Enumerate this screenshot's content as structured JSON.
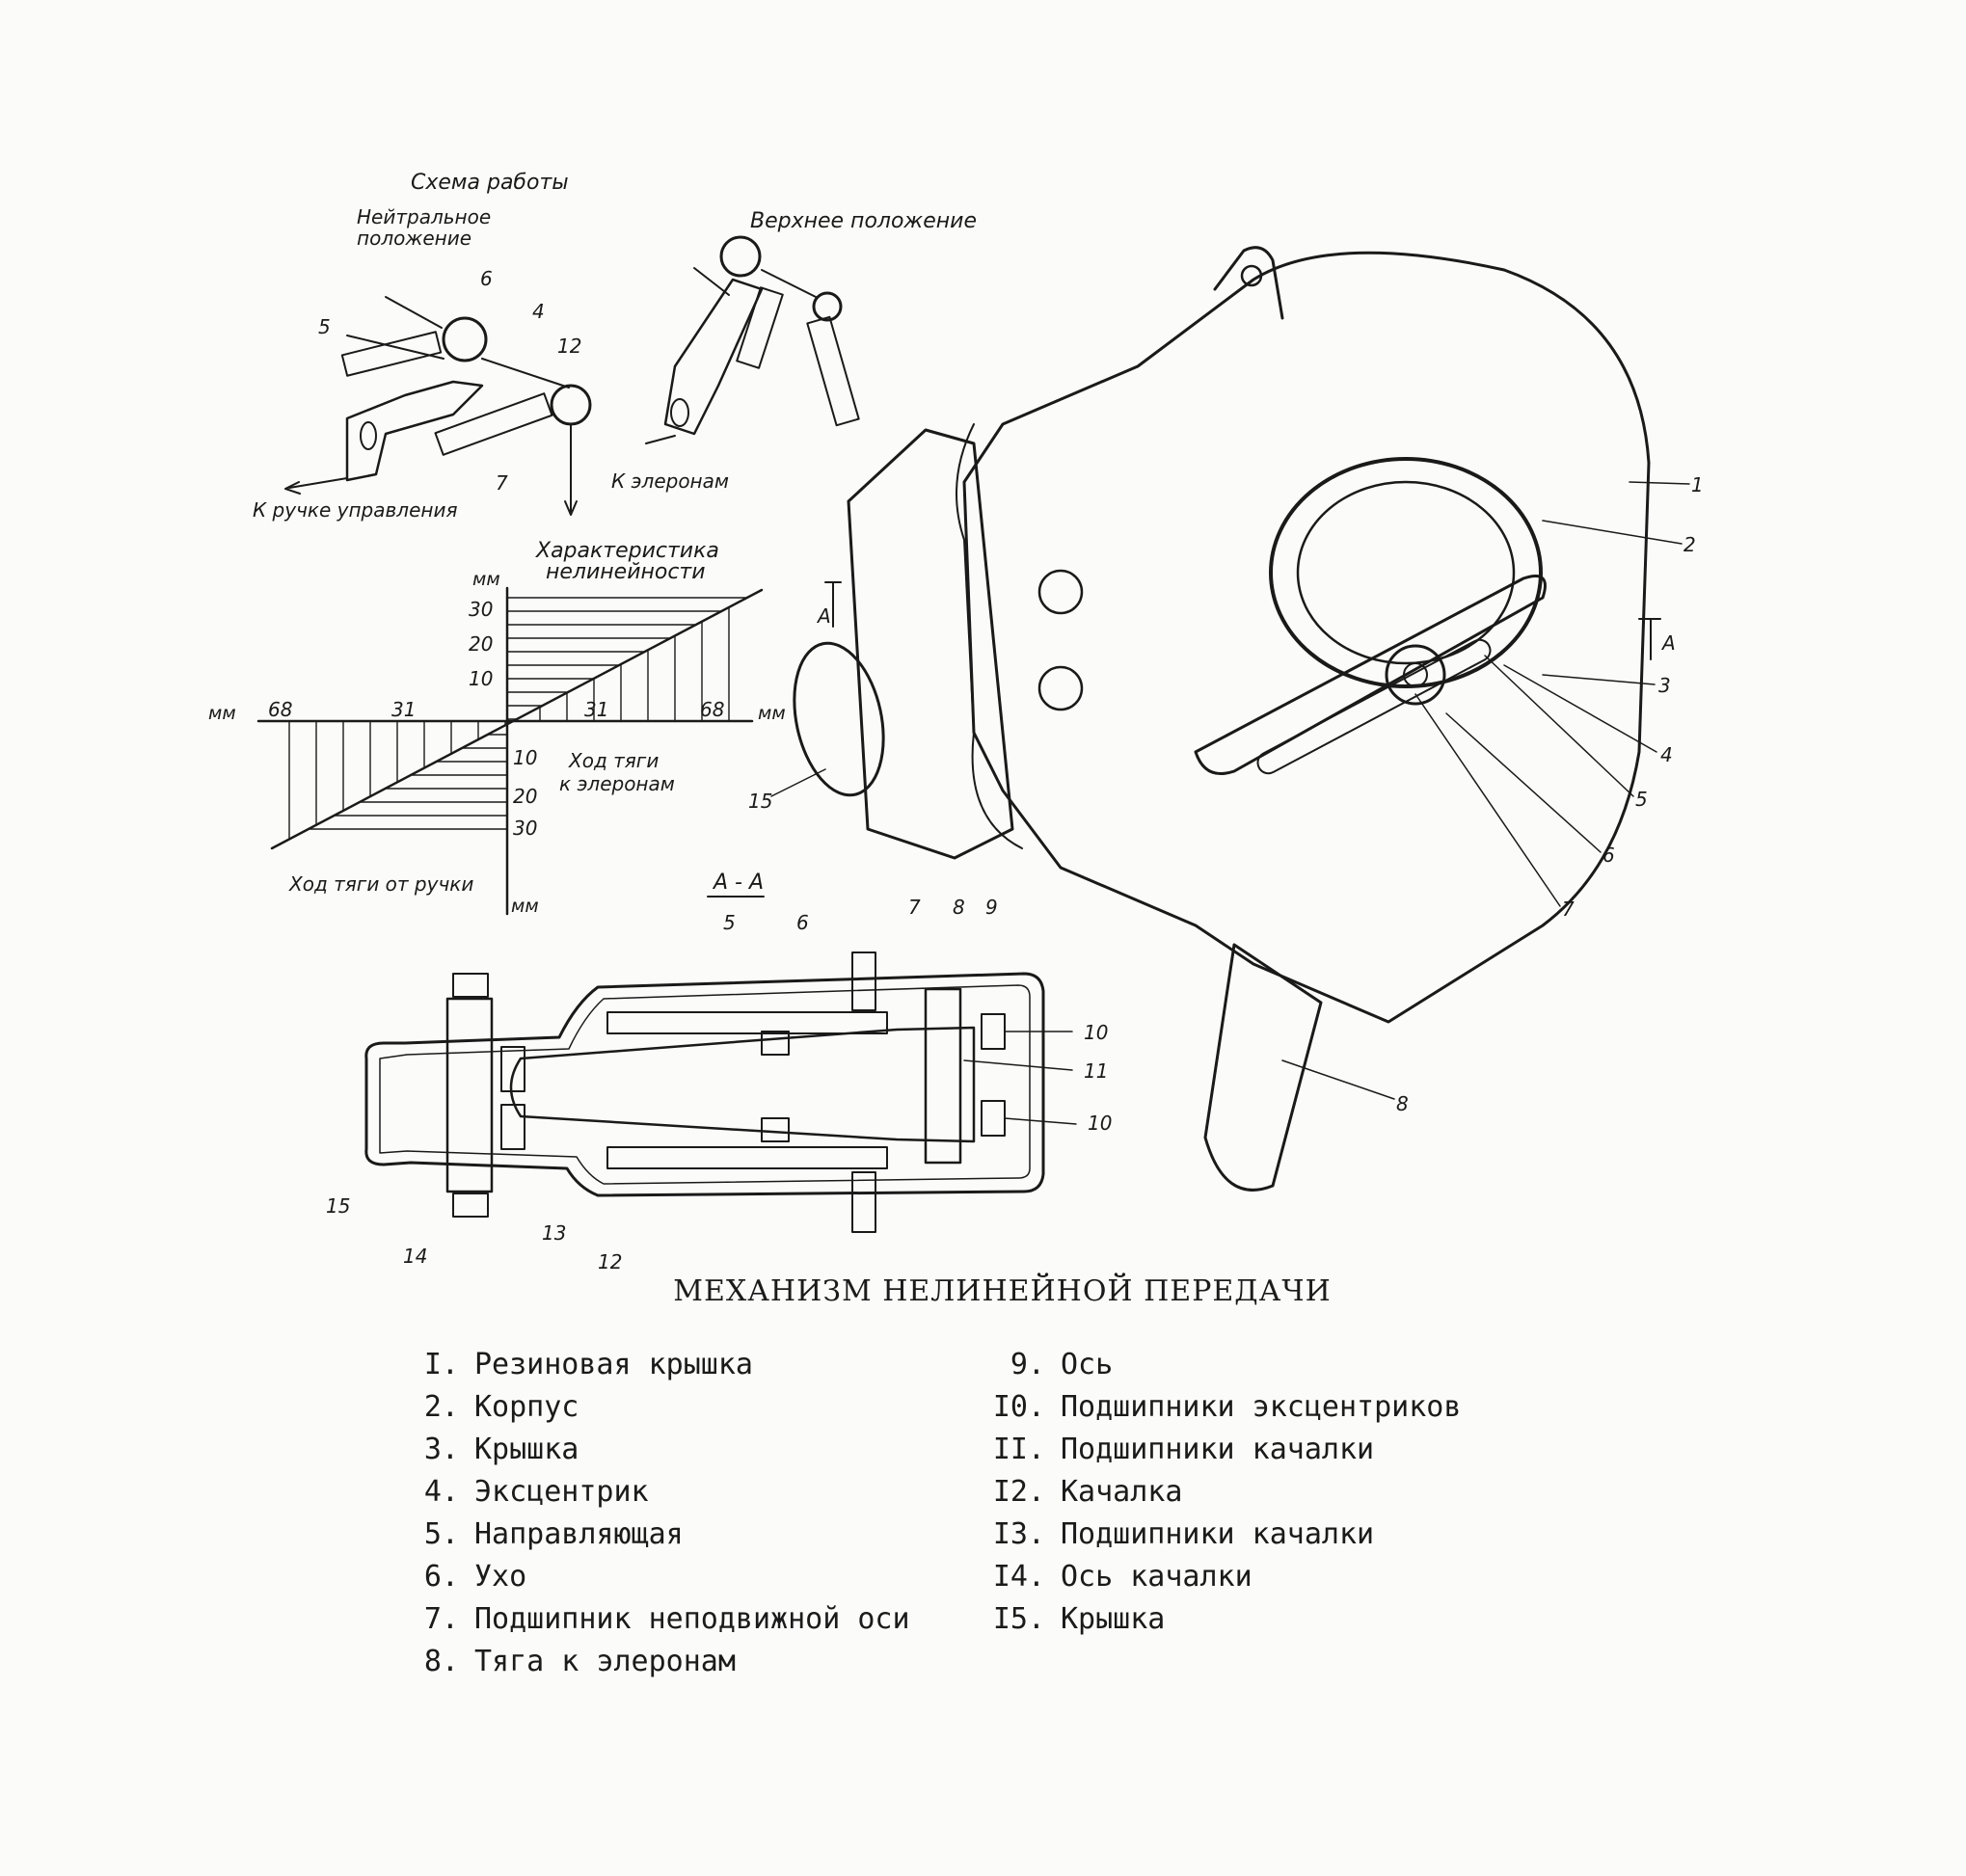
{
  "scheme": {
    "title": "Схема работы",
    "neutral": [
      "Нейтральное",
      "положение"
    ],
    "upper": "Верхнее положение",
    "to_stick": "К ручке управления",
    "to_ailerons": "К элеронам",
    "callouts": [
      "5",
      "6",
      "4",
      "12",
      "7"
    ]
  },
  "chart": {
    "title": [
      "Характеристика",
      "нелинейности"
    ],
    "unit": "мм",
    "stick_label": "Ход тяги от ручки",
    "aileron_label": [
      "Ход тяги",
      "к элеронам"
    ]
  },
  "chart_data": {
    "type": "line",
    "title": "Характеристика нелинейности",
    "xlabel": "Ход тяги от ручки",
    "ylabel": "Ход тяги к элеронам",
    "x_unit": "мм",
    "y_unit": "мм",
    "x_ticks": [
      "68",
      "31",
      "31",
      "68"
    ],
    "y_ticks": [
      "30",
      "20",
      "10",
      "10",
      "20",
      "30"
    ],
    "grid": false
  },
  "section": {
    "title": "А - А",
    "callouts": [
      "5",
      "6",
      "7",
      "8",
      "9",
      "10",
      "11",
      "10",
      "15",
      "14",
      "13",
      "12"
    ]
  },
  "assembly": {
    "section_mark": "А",
    "callouts": [
      "1",
      "2",
      "3",
      "4",
      "5",
      "6",
      "7",
      "8",
      "15"
    ]
  },
  "caption": {
    "title": "МЕХАНИЗМ НЕЛИНЕЙНОЙ ПЕРЕДАЧИ",
    "legend_left": [
      {
        "num": "I.",
        "text": "Резиновая крышка"
      },
      {
        "num": "2.",
        "text": "Корпус"
      },
      {
        "num": "3.",
        "text": "Крышка"
      },
      {
        "num": "4.",
        "text": "Эксцентрик"
      },
      {
        "num": "5.",
        "text": "Направляющая"
      },
      {
        "num": "6.",
        "text": "Ухо"
      },
      {
        "num": "7.",
        "text": "Подшипник неподвижной оси"
      },
      {
        "num": "8.",
        "text": "Тяга к элеронам"
      }
    ],
    "legend_right": [
      {
        "num": "9.",
        "text": "Ось"
      },
      {
        "num": "I0.",
        "text": "Подшипники эксцентриков"
      },
      {
        "num": "II.",
        "text": "Подшипники качалки"
      },
      {
        "num": "I2.",
        "text": "Качалка"
      },
      {
        "num": "I3.",
        "text": "Подшипники качалки"
      },
      {
        "num": "I4.",
        "text": "Ось качалки"
      },
      {
        "num": "I5.",
        "text": "Крышка"
      }
    ]
  }
}
